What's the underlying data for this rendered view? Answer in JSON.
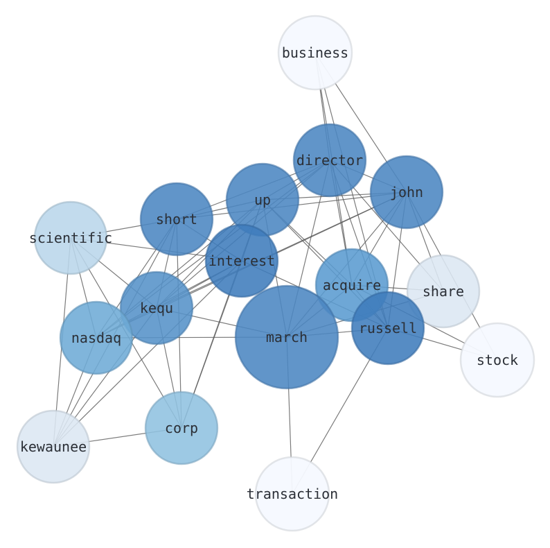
{
  "nodes": [
    {
      "id": "business",
      "label": "business",
      "color": "#f5f9ff"
    },
    {
      "id": "director",
      "label": "director",
      "color": "#4b86c2"
    },
    {
      "id": "john",
      "label": "john",
      "color": "#4b86c2"
    },
    {
      "id": "up",
      "label": "up",
      "color": "#4b86c2"
    },
    {
      "id": "short",
      "label": "short",
      "color": "#4b86c2"
    },
    {
      "id": "scientific",
      "label": "scientific",
      "color": "#b9d6ea"
    },
    {
      "id": "interest",
      "label": "interest",
      "color": "#3f7cbc"
    },
    {
      "id": "acquire",
      "label": "acquire",
      "color": "#5a9bd0"
    },
    {
      "id": "share",
      "label": "share",
      "color": "#dce7f3"
    },
    {
      "id": "kequ",
      "label": "kequ",
      "color": "#5592c8"
    },
    {
      "id": "nasdaq",
      "label": "nasdaq",
      "color": "#6eabd6"
    },
    {
      "id": "march",
      "label": "march",
      "color": "#4b86c2"
    },
    {
      "id": "russell",
      "label": "russell",
      "color": "#3f7cbc"
    },
    {
      "id": "stock",
      "label": "stock",
      "color": "#f5f9ff"
    },
    {
      "id": "corp",
      "label": "corp",
      "color": "#8fc1e0"
    },
    {
      "id": "kewaunee",
      "label": "kewaunee",
      "color": "#dce7f3"
    },
    {
      "id": "transaction",
      "label": "transaction",
      "color": "#f5f9ff"
    }
  ],
  "edges": [
    [
      "business",
      "director"
    ],
    [
      "business",
      "john"
    ],
    [
      "business",
      "russell"
    ],
    [
      "business",
      "acquire"
    ],
    [
      "director",
      "up"
    ],
    [
      "director",
      "short"
    ],
    [
      "director",
      "john"
    ],
    [
      "director",
      "kequ"
    ],
    [
      "director",
      "nasdaq"
    ],
    [
      "director",
      "march"
    ],
    [
      "director",
      "russell"
    ],
    [
      "director",
      "acquire"
    ],
    [
      "director",
      "share"
    ],
    [
      "john",
      "up"
    ],
    [
      "john",
      "short"
    ],
    [
      "john",
      "kequ"
    ],
    [
      "john",
      "march"
    ],
    [
      "john",
      "russell"
    ],
    [
      "john",
      "acquire"
    ],
    [
      "john",
      "share"
    ],
    [
      "john",
      "stock"
    ],
    [
      "john",
      "nasdaq"
    ],
    [
      "up",
      "short"
    ],
    [
      "up",
      "kequ"
    ],
    [
      "up",
      "nasdaq"
    ],
    [
      "up",
      "corp"
    ],
    [
      "up",
      "march"
    ],
    [
      "up",
      "russell"
    ],
    [
      "up",
      "acquire"
    ],
    [
      "up",
      "interest"
    ],
    [
      "short",
      "scientific"
    ],
    [
      "short",
      "interest"
    ],
    [
      "short",
      "kequ"
    ],
    [
      "short",
      "nasdaq"
    ],
    [
      "short",
      "corp"
    ],
    [
      "short",
      "kewaunee"
    ],
    [
      "scientific",
      "interest"
    ],
    [
      "scientific",
      "kequ"
    ],
    [
      "scientific",
      "nasdaq"
    ],
    [
      "scientific",
      "corp"
    ],
    [
      "scientific",
      "kewaunee"
    ],
    [
      "interest",
      "kequ"
    ],
    [
      "interest",
      "nasdaq"
    ],
    [
      "interest",
      "corp"
    ],
    [
      "interest",
      "russell"
    ],
    [
      "interest",
      "kewaunee"
    ],
    [
      "kequ",
      "march"
    ],
    [
      "kequ",
      "corp"
    ],
    [
      "kequ",
      "kewaunee"
    ],
    [
      "kequ",
      "nasdaq"
    ],
    [
      "nasdaq",
      "march"
    ],
    [
      "nasdaq",
      "kewaunee"
    ],
    [
      "march",
      "acquire"
    ],
    [
      "march",
      "russell"
    ],
    [
      "march",
      "share"
    ],
    [
      "march",
      "transaction"
    ],
    [
      "acquire",
      "share"
    ],
    [
      "acquire",
      "russell"
    ],
    [
      "acquire",
      "stock"
    ],
    [
      "russell",
      "stock"
    ],
    [
      "russell",
      "transaction"
    ],
    [
      "corp",
      "kewaunee"
    ]
  ]
}
